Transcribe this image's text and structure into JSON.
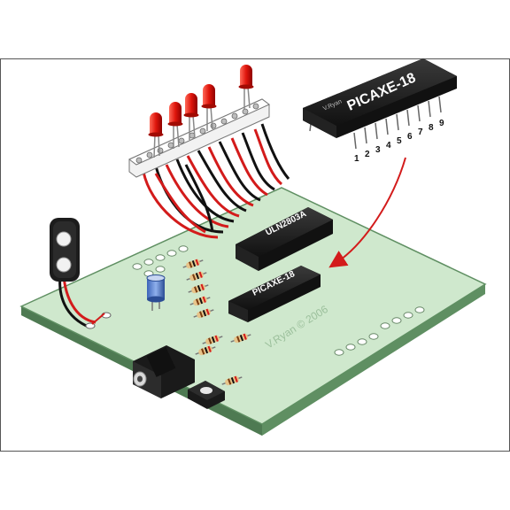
{
  "chips": {
    "driver_label": "ULN2803A",
    "pic_board_label": "PICAXE-18",
    "pic_loose_label": "PICAXE-18",
    "pic_loose_maker": "V.Ryan",
    "pin_numbers": [
      "1",
      "2",
      "3",
      "4",
      "5",
      "6",
      "7",
      "8",
      "9"
    ]
  },
  "board": {
    "credit": "V.Ryan © 2006"
  }
}
